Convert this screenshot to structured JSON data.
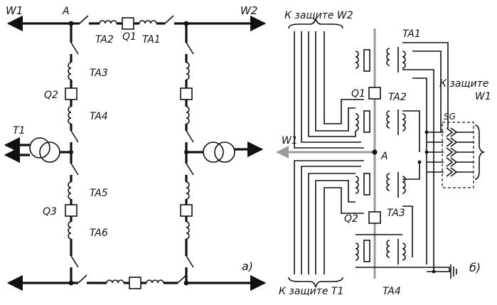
{
  "labels": {
    "w1_left": "W1",
    "bus_a_left": "A",
    "w2_right": "W2",
    "ta2_top": "TA2",
    "q1_top": "Q1",
    "ta1_top": "TA1",
    "ta3": "TA3",
    "q2_left": "Q2",
    "ta4_left": "TA4",
    "t1": "T1",
    "ta5": "TA5",
    "q3": "Q3",
    "ta6": "TA6",
    "panel_a": "а)",
    "protect_w2": "К защите W2",
    "ta1_right": "TA1",
    "q1_right": "Q1",
    "ta2_right": "TA2",
    "w1_right": "W1",
    "bus_a_right": "A",
    "q2_right": "Q2",
    "ta3_right": "TA3",
    "ta4_right": "TA4",
    "protect_t1": "К защите Т1",
    "protect_w1_line1": "К защите",
    "protect_w1_line2": "W1",
    "sg": "SG",
    "panel_b": "б)"
  }
}
